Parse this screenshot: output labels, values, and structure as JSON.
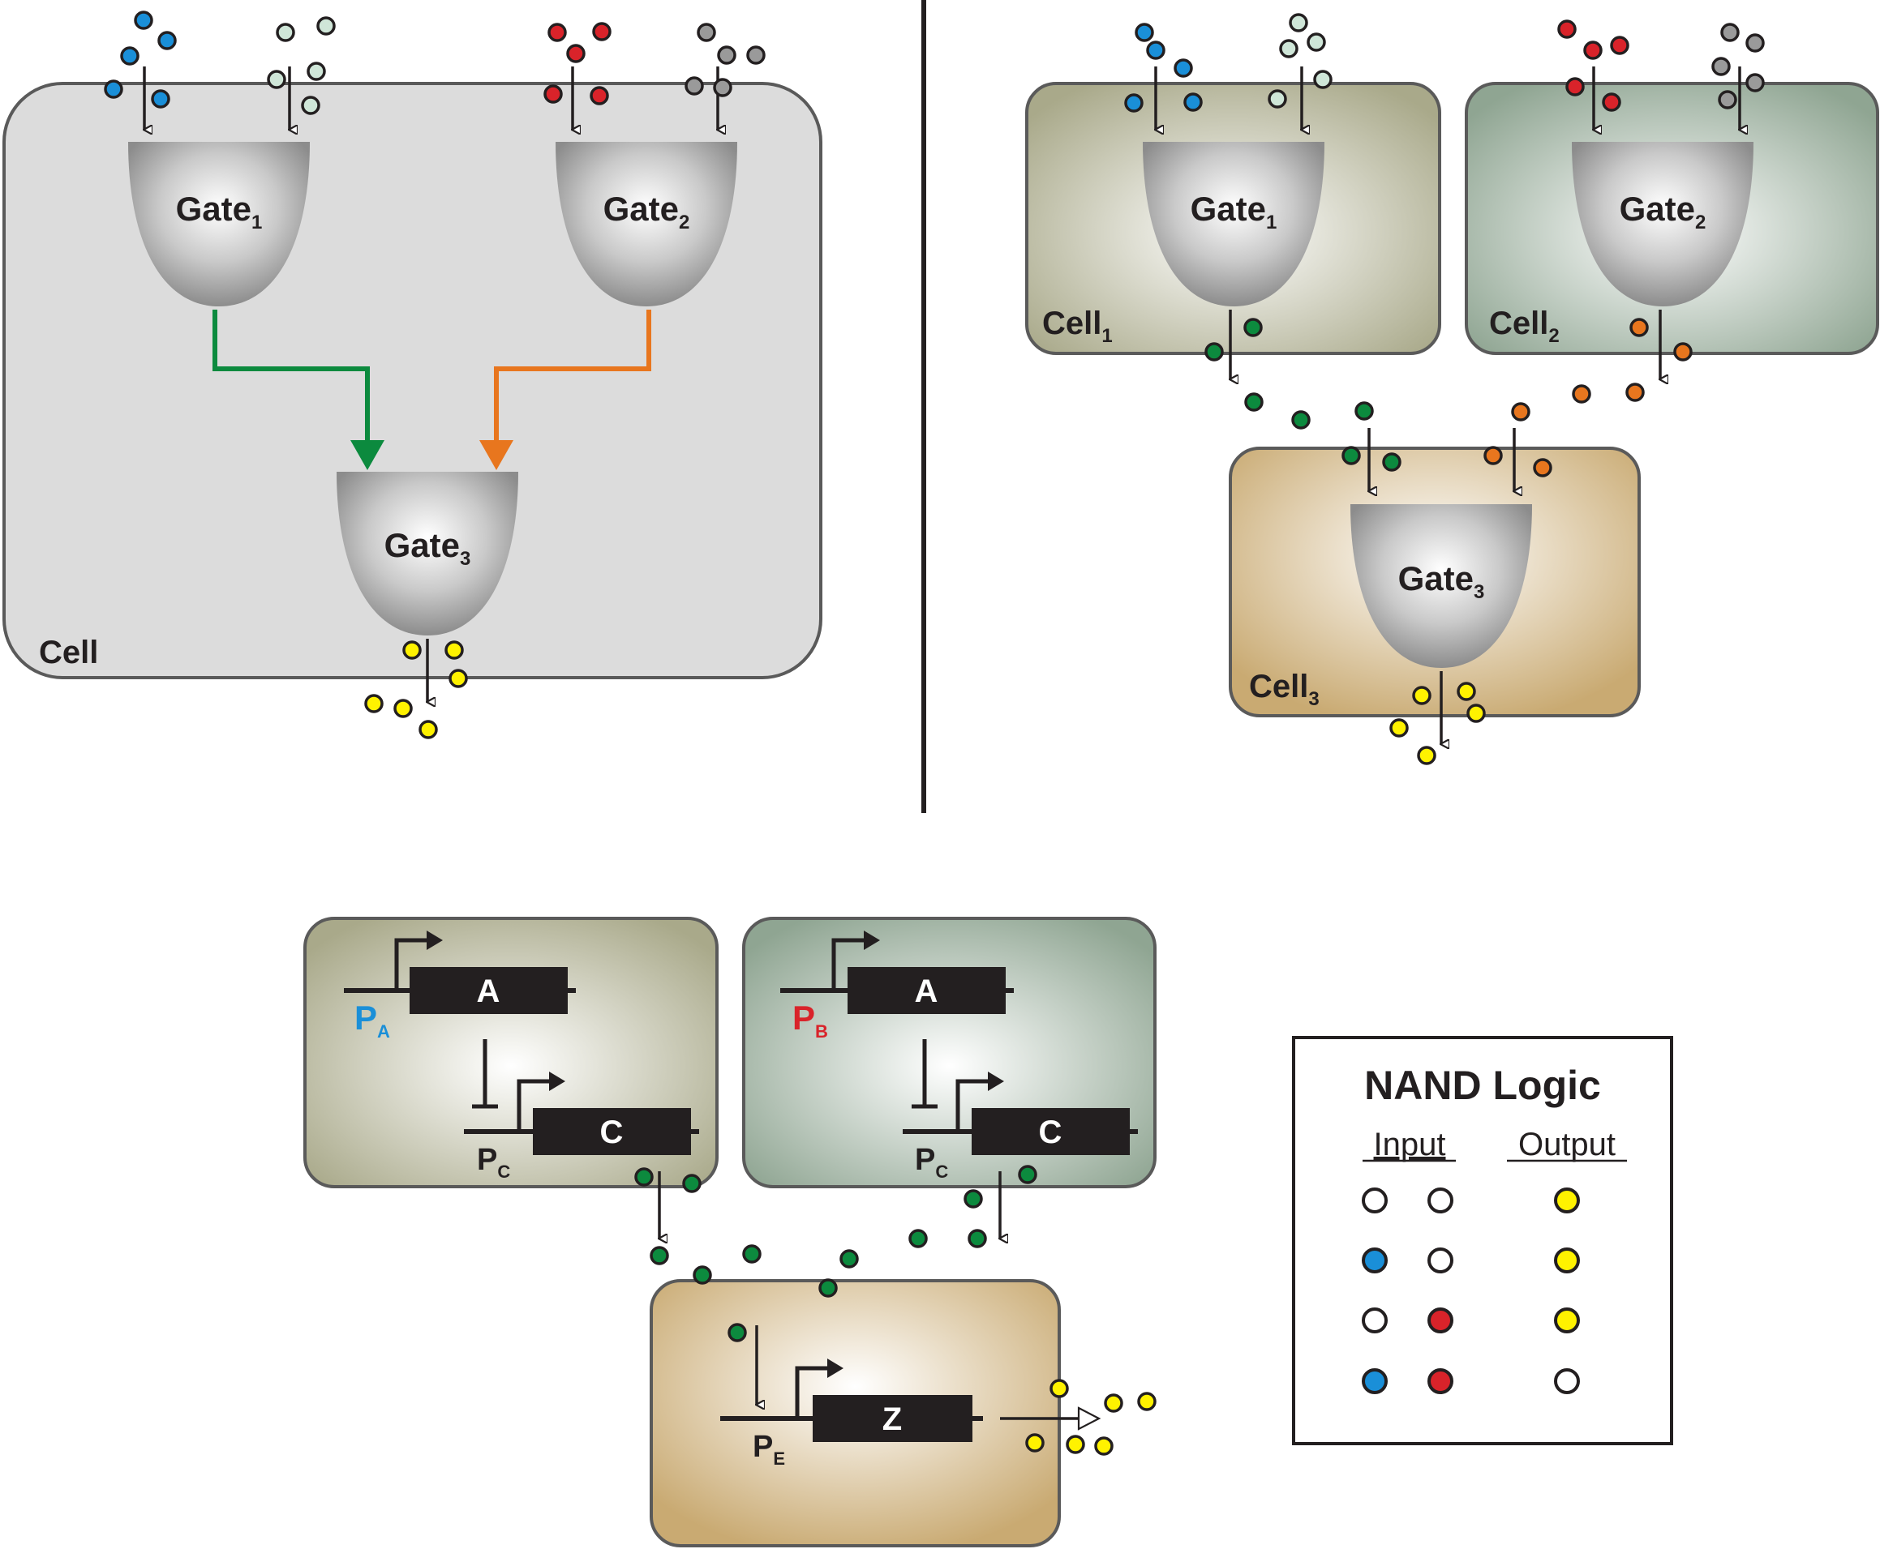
{
  "colors": {
    "blue": "#1a8fd8",
    "light_green": "#cfe6d8",
    "red": "#d9232a",
    "gray": "#9a9a9a",
    "green": "#0c8a3e",
    "orange": "#e8761e",
    "yellow": "#fff200",
    "white": "#ffffff",
    "single_cell_bg": "#dcdcdc",
    "cell1_bg": "#a9a98a",
    "cell2_bg": "#8fa592",
    "cell3_bg": "#c9aa72",
    "gene_box": "#231f20",
    "promoter_a": "#1a8fd8",
    "promoter_b": "#d9232a"
  },
  "single_cell": {
    "label": "Cell",
    "gates": [
      {
        "name": "Gate",
        "sub": "1"
      },
      {
        "name": "Gate",
        "sub": "2"
      },
      {
        "name": "Gate",
        "sub": "3"
      }
    ]
  },
  "multi_cell": {
    "cells": [
      {
        "name": "Cell",
        "sub": "1",
        "gate": "Gate",
        "gate_sub": "1"
      },
      {
        "name": "Cell",
        "sub": "2",
        "gate": "Gate",
        "gate_sub": "2"
      },
      {
        "name": "Cell",
        "sub": "3",
        "gate": "Gate",
        "gate_sub": "3"
      }
    ]
  },
  "circuit": {
    "cell1": {
      "promoter_top": "P",
      "promoter_top_sub": "A",
      "gene_top": "A",
      "promoter_bottom": "P",
      "promoter_bottom_sub": "C",
      "gene_bottom": "C"
    },
    "cell2": {
      "promoter_top": "P",
      "promoter_top_sub": "B",
      "gene_top": "A",
      "promoter_bottom": "P",
      "promoter_bottom_sub": "C",
      "gene_bottom": "C"
    },
    "cell3": {
      "promoter": "P",
      "promoter_sub": "E",
      "gene": "Z"
    }
  },
  "truth_table": {
    "title": "NAND Logic",
    "input_header": "Input",
    "output_header": "Output",
    "rows": [
      {
        "input_a": "white",
        "input_b": "white",
        "output": "yellow"
      },
      {
        "input_a": "blue",
        "input_b": "white",
        "output": "yellow"
      },
      {
        "input_a": "white",
        "input_b": "red",
        "output": "yellow"
      },
      {
        "input_a": "blue",
        "input_b": "red",
        "output": "white"
      }
    ]
  }
}
